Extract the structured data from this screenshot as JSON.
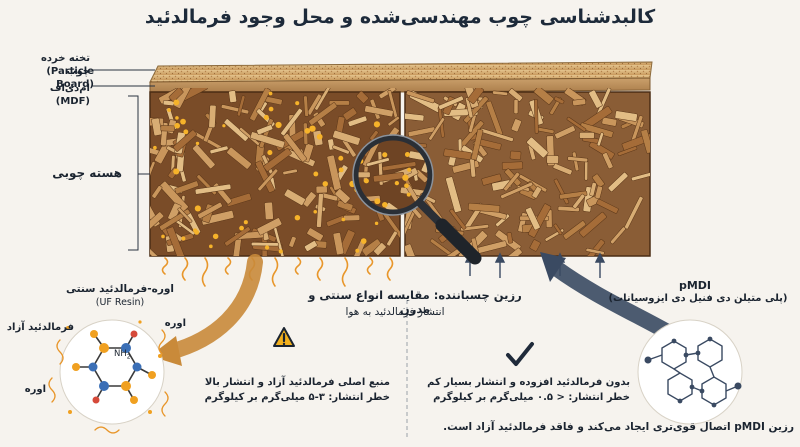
{
  "title": "کالبدشناسی چوب مهندسی‌شده و محل وجود فرمالدئید",
  "layers": {
    "particle_board_fa": "تخته خرده چوب",
    "particle_board_en": "(Particle Board)",
    "mdf": "ام‌دی‌اف (MDF)",
    "core": "هسته چوبی"
  },
  "comparison": {
    "heading": "رزین چسباننده: مقایسه انواع سنتی و مدرن",
    "subheading": "انتشار فرمالدئید به هوا"
  },
  "uf": {
    "title_fa": "اوره-فرمالدئید سنتی",
    "title_en": "(UF Resin)",
    "free_formaldehyde": "فرمالدئید آزاد",
    "urea_top": "اوره",
    "urea_bottom": "اوره",
    "nh2": "NH",
    "nh2_sub": "2",
    "warning_line1": "منبع اصلی فرمالدئید آزاد و انتشار بالا",
    "warning_line2": "خطر انتشار: ۳-۵ میلی‌گرم بر کیلوگرم"
  },
  "pmdi": {
    "title": "pMDI",
    "subtitle": "(پلی متیلن دی فنیل دی ایزوسیانات)",
    "check_line1": "بدون فرمالدئید افزوده و انتشار بسیار کم",
    "check_line2": "خطر انتشار: < ۰.۵ میلی‌گرم بر کیلوگرم",
    "footer": "رزین pMDI اتصال قوی‌تری ایجاد می‌کند و فاقد فرمالدئید آزاد است."
  },
  "icons": {
    "warning": "warning-triangle-icon",
    "check": "checkmark-icon",
    "magnifier": "magnifying-glass-icon"
  },
  "colors": {
    "wood_core": "#8a5a32",
    "wood_light": "#d8b07a",
    "formaldehyde": "#f0a020",
    "arrow_uf": "#c98a3a",
    "arrow_pmdi": "#3a4a62",
    "text_dark": "#1b2430"
  }
}
